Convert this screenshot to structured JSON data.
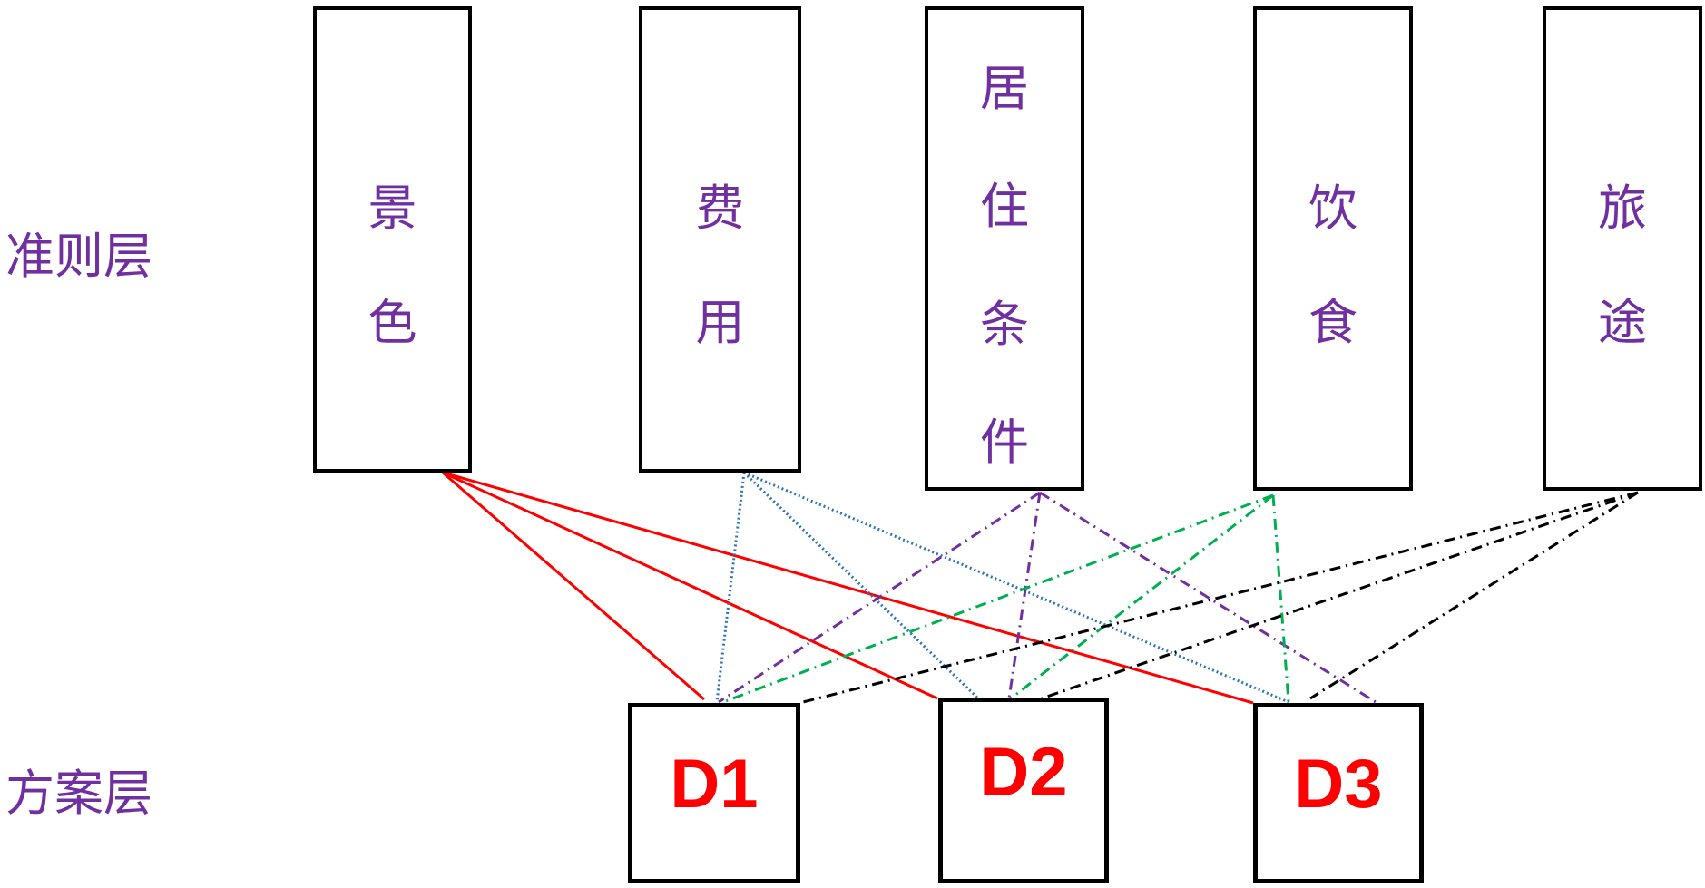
{
  "layers": {
    "criteria_label": "准则层",
    "alternatives_label": "方案层"
  },
  "criteria": [
    {
      "id": "scenery",
      "chars": [
        "景",
        "色"
      ],
      "line_color": "#ff0000",
      "line_style": "solid"
    },
    {
      "id": "cost",
      "chars": [
        "费",
        "用"
      ],
      "line_color": "#2e75b6",
      "line_style": "dotted"
    },
    {
      "id": "lodging",
      "chars": [
        "居",
        "住",
        "条",
        "件"
      ],
      "line_color": "#7030a0",
      "line_style": "dash-dot"
    },
    {
      "id": "food",
      "chars": [
        "饮",
        "食"
      ],
      "line_color": "#00b050",
      "line_style": "dash-dot"
    },
    {
      "id": "journey",
      "chars": [
        "旅",
        "途"
      ],
      "line_color": "#000000",
      "line_style": "dash-dot"
    }
  ],
  "alternatives": [
    {
      "id": "d1",
      "label": "D1"
    },
    {
      "id": "d2",
      "label": "D2"
    },
    {
      "id": "d3",
      "label": "D3"
    }
  ],
  "colors": {
    "text_purple": "#7030a0",
    "alt_red": "#ff0000",
    "border": "#000000"
  }
}
